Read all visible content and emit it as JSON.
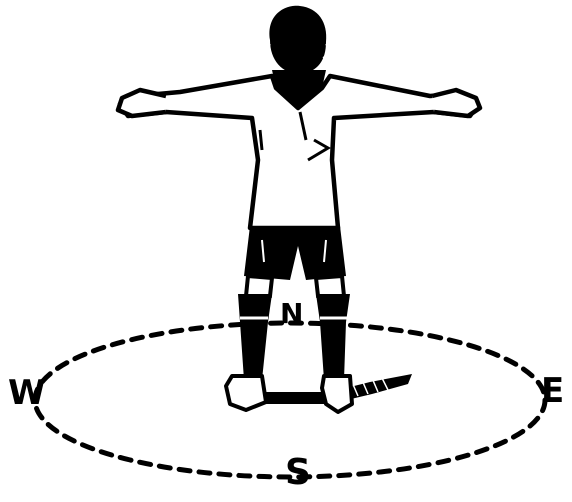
{
  "compass": {
    "north": "N",
    "south": "S",
    "east": "E",
    "west": "W"
  },
  "colors": {
    "ink": "#000000",
    "paper": "#ffffff"
  }
}
